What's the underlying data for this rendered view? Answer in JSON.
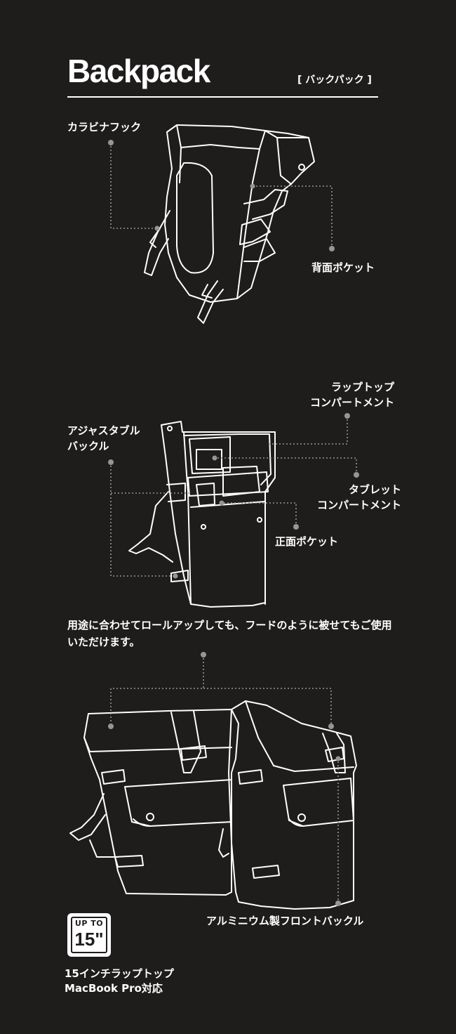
{
  "header": {
    "title": "Backpack",
    "subtitle": "[ バックパック ]"
  },
  "callouts": {
    "carabiner_hook": "カラビナフック",
    "back_pocket": "背面ポケット",
    "laptop_compartment": "ラップトップ\nコンパートメント",
    "adjustable_buckle": "アジャスタブル\nバックル",
    "tablet_compartment": "タブレット\nコンパートメント",
    "front_pocket": "正面ポケット",
    "aluminum_buckle": "アルミニウム製フロントバックル"
  },
  "caption": "用途に合わせてロールアップしても、フードのように被せてもご使用いただけます。",
  "badge": {
    "up_to": "UP TO",
    "size": "15\""
  },
  "compatibility": "15インチラップトップ\nMacBook Pro対応",
  "colors": {
    "background": "#1f1c1c",
    "line": "#ffffff",
    "leader": "#9a9494"
  }
}
